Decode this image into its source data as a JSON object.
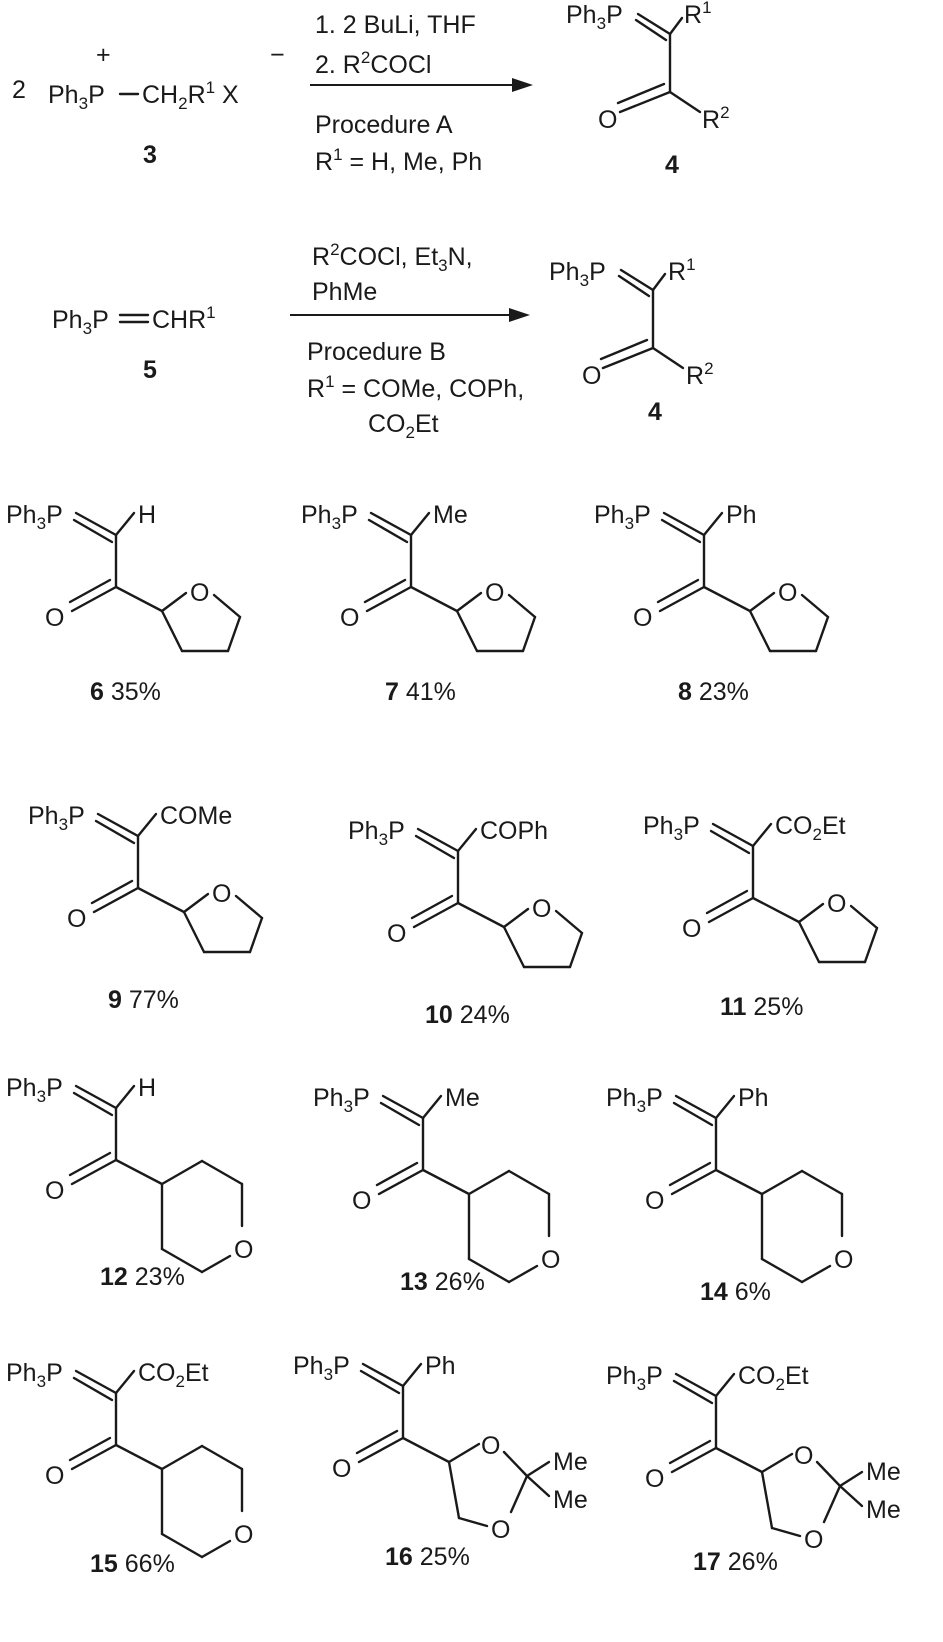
{
  "scheme": {
    "reaction_a": {
      "coeff": "2",
      "salt": "Ph3P+–CH2R1 X−",
      "salt_label": "3",
      "reagent_1": "1. 2 BuLi, THF",
      "reagent_2": "2. R2COCl",
      "procedure": "Procedure A",
      "scope": "R1 = H, Me, Ph",
      "product_label": "4"
    },
    "reaction_b": {
      "ylide": "Ph3P=CHR1",
      "ylide_label": "5",
      "reagent_1": "R2COCl, Et3N,",
      "reagent_2": "PhMe",
      "procedure": "Procedure B",
      "scope_1": "R1 = COMe, COPh,",
      "scope_2": "CO2Et",
      "product_label": "4"
    },
    "compounds": [
      {
        "number": "6",
        "yield": "35%",
        "substituent": "H",
        "ring": "tetrahydrofuran-2-yl"
      },
      {
        "number": "7",
        "yield": "41%",
        "substituent": "Me",
        "ring": "tetrahydrofuran-2-yl"
      },
      {
        "number": "8",
        "yield": "23%",
        "substituent": "Ph",
        "ring": "tetrahydrofuran-2-yl"
      },
      {
        "number": "9",
        "yield": "77%",
        "substituent": "COMe",
        "ring": "tetrahydrofuran-2-yl"
      },
      {
        "number": "10",
        "yield": "24%",
        "substituent": "COPh",
        "ring": "tetrahydrofuran-2-yl"
      },
      {
        "number": "11",
        "yield": "25%",
        "substituent": "CO2Et",
        "ring": "tetrahydrofuran-2-yl"
      },
      {
        "number": "12",
        "yield": "23%",
        "substituent": "H",
        "ring": "tetrahydropyran-4-yl"
      },
      {
        "number": "13",
        "yield": "26%",
        "substituent": "Me",
        "ring": "tetrahydropyran-4-yl"
      },
      {
        "number": "14",
        "yield": "6%",
        "substituent": "Ph",
        "ring": "tetrahydropyran-4-yl"
      },
      {
        "number": "15",
        "yield": "66%",
        "substituent": "CO2Et",
        "ring": "tetrahydropyran-4-yl"
      },
      {
        "number": "16",
        "yield": "25%",
        "substituent": "Ph",
        "ring": "2,2-dimethyl-1,3-dioxolan-4-yl"
      },
      {
        "number": "17",
        "yield": "26%",
        "substituent": "CO2Et",
        "ring": "2,2-dimethyl-1,3-dioxolan-4-yl"
      }
    ]
  }
}
